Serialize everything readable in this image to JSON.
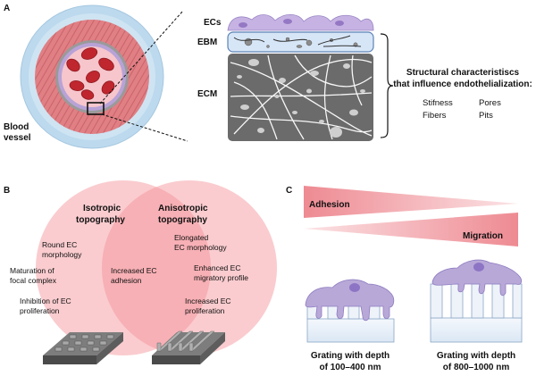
{
  "panels": {
    "a": "A",
    "b": "B",
    "c": "C"
  },
  "panel_a": {
    "blood_vessel": [
      "Blood",
      "vessel"
    ],
    "layers": {
      "ecs": "ECs",
      "ebm": "EBM",
      "ecm": "ECM"
    },
    "structural_title": [
      "Structural characteristiscs",
      "that influence endothelialization:"
    ],
    "characteristics": [
      "Stifness",
      "Pores",
      "Fibers",
      "Pits"
    ]
  },
  "panel_b": {
    "isotropic_title": [
      "Isotropic",
      "topography"
    ],
    "anisotropic_title": [
      "Anisotropic",
      "topography"
    ],
    "isotropic_items": [
      [
        "Round EC",
        "morphology"
      ],
      [
        "Maturation of",
        "focal complex"
      ],
      [
        "Inhibition of EC",
        "proliferation"
      ]
    ],
    "overlap_item": [
      "Increased EC",
      "adhesion"
    ],
    "anisotropic_items": [
      [
        "Elongated",
        "EC morphology"
      ],
      [
        "Enhanced EC",
        "migratory profile"
      ],
      [
        "Increased EC",
        "proliferation"
      ]
    ]
  },
  "panel_c": {
    "adhesion": "Adhesion",
    "migration": "Migration",
    "grating_shallow": [
      "Grating with depth",
      "of 100–400 nm"
    ],
    "grating_deep": [
      "Grating with depth",
      "of 800–1000 nm"
    ]
  }
}
